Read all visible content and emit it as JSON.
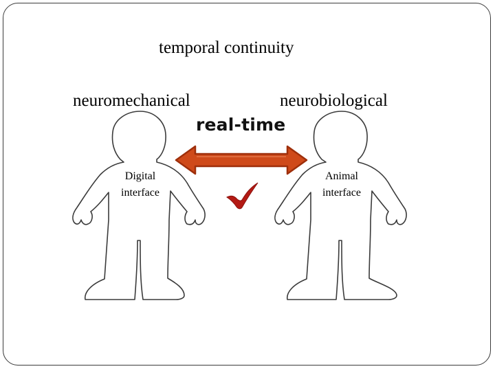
{
  "title": "temporal continuity",
  "left": {
    "label": "neuromechanical",
    "interface_line1": "Digital",
    "interface_line2": "interface"
  },
  "right": {
    "label": "neurobiological",
    "interface_line1": "Animal",
    "interface_line2": "interface"
  },
  "arrow_label": "real-time",
  "colors": {
    "arrow_fill": "#cf4a1a",
    "arrow_stroke": "#9e2f0b",
    "check": "#b31a14",
    "outline": "#3a3a3a"
  },
  "icons": [
    "double-arrow-icon",
    "checkmark-icon",
    "person-outline-icon"
  ]
}
